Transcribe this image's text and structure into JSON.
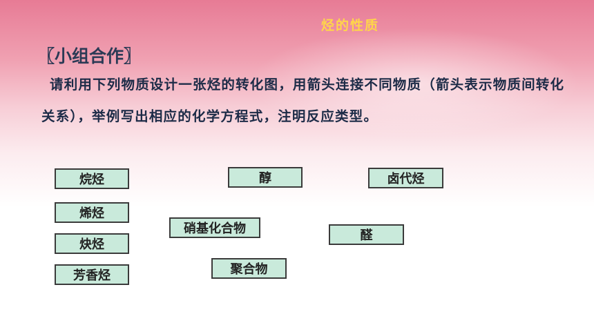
{
  "slide": {
    "title": "烃的性质",
    "section": "〖小组合作〗",
    "instruction": "请利用下列物质设计一张烃的转化图，用箭头连接不同物质（箭头表示物质间转化关系），举例写出相应的化学方程式，注明反应类型。"
  },
  "boxes": {
    "alkane": "烷烃",
    "alkene": "烯烃",
    "alkyne": "炔烃",
    "aromatic": "芳香烃",
    "alcohol": "醇",
    "nitro": "硝基化合物",
    "polymer": "聚合物",
    "haloalkane": "卤代烃",
    "aldehyde": "醛"
  },
  "colors": {
    "title": "#ffd54a",
    "box_fill": "#c9eadb",
    "box_border": "#3a3a3a",
    "text": "#1c2b47"
  }
}
